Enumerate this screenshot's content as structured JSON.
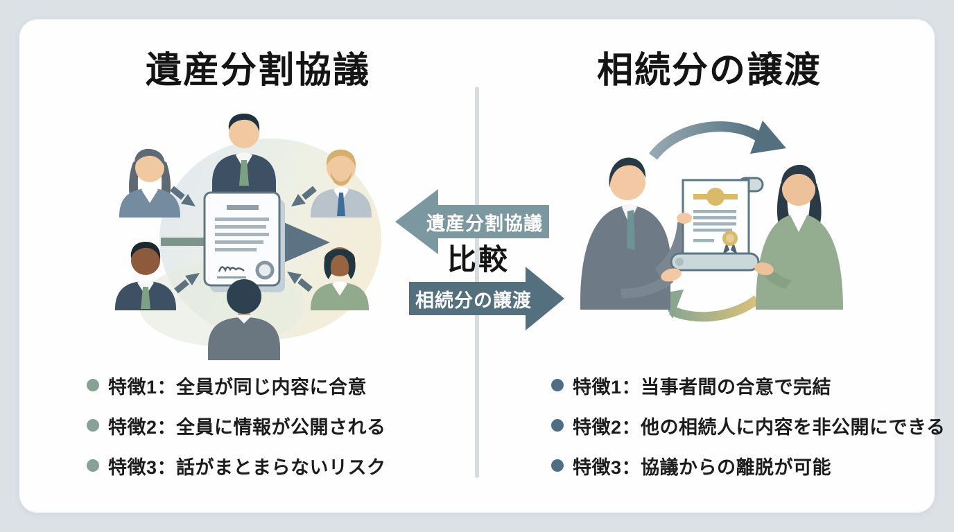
{
  "page": {
    "background_color": "#dce1e6",
    "card_color": "#fefefe",
    "title_color": "#141414"
  },
  "left": {
    "title": "遺産分割協議",
    "features": [
      "特徴1：全員が同じ内容に合意",
      "特徴2：全員に情報が公開される",
      "特徴3：話がまとまらないリスク"
    ],
    "bullet_color": "#87a294",
    "illustration": "six-heirs-around-agreement-document"
  },
  "right": {
    "title": "相続分の譲渡",
    "features": [
      "特徴1：当事者間の合意で完結",
      "特徴2：他の相続人に内容を非公開にできる",
      "特徴3：協議からの離脱が可能"
    ],
    "bullet_color": "#4f6e85",
    "illustration": "two-parties-exchanging-certificate"
  },
  "center": {
    "left_arrow_label": "遺産分割協議",
    "compare_label": "比較",
    "right_arrow_label": "相続分の譲渡",
    "left_arrow_color": "#7b97a0",
    "right_arrow_color": "#54707e",
    "divider_color": "#d8dcdf"
  },
  "icons": {
    "compare-left-arrow": "left-pointing labeled arrow",
    "compare-right-arrow": "right-pointing labeled arrow",
    "cycle-arrows": "circular exchange arrows",
    "document-icon": "signed agreement document",
    "scroll-certificate-icon": "certificate scroll with gold seal"
  }
}
